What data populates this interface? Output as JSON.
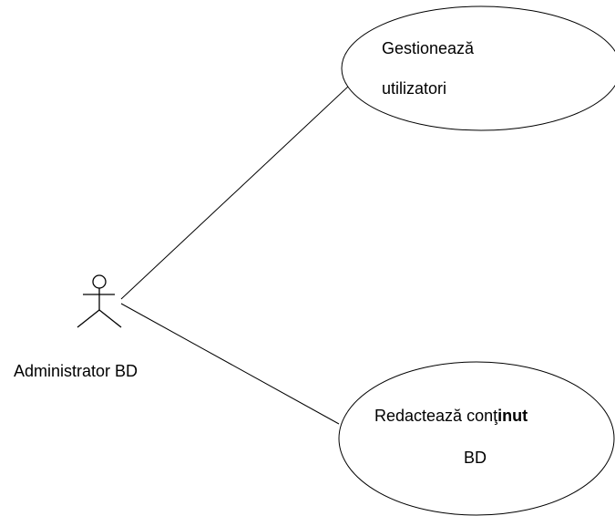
{
  "diagram": {
    "actor": {
      "name": "Administrator BD"
    },
    "use_cases": [
      {
        "line1": "Gestionează",
        "line2": "utilizatori"
      },
      {
        "line1_normal": "Redactează conţ",
        "line1_bold": "inut",
        "line2": "BD"
      }
    ],
    "colors": {
      "stroke": "#000000",
      "background": "#ffffff"
    }
  }
}
